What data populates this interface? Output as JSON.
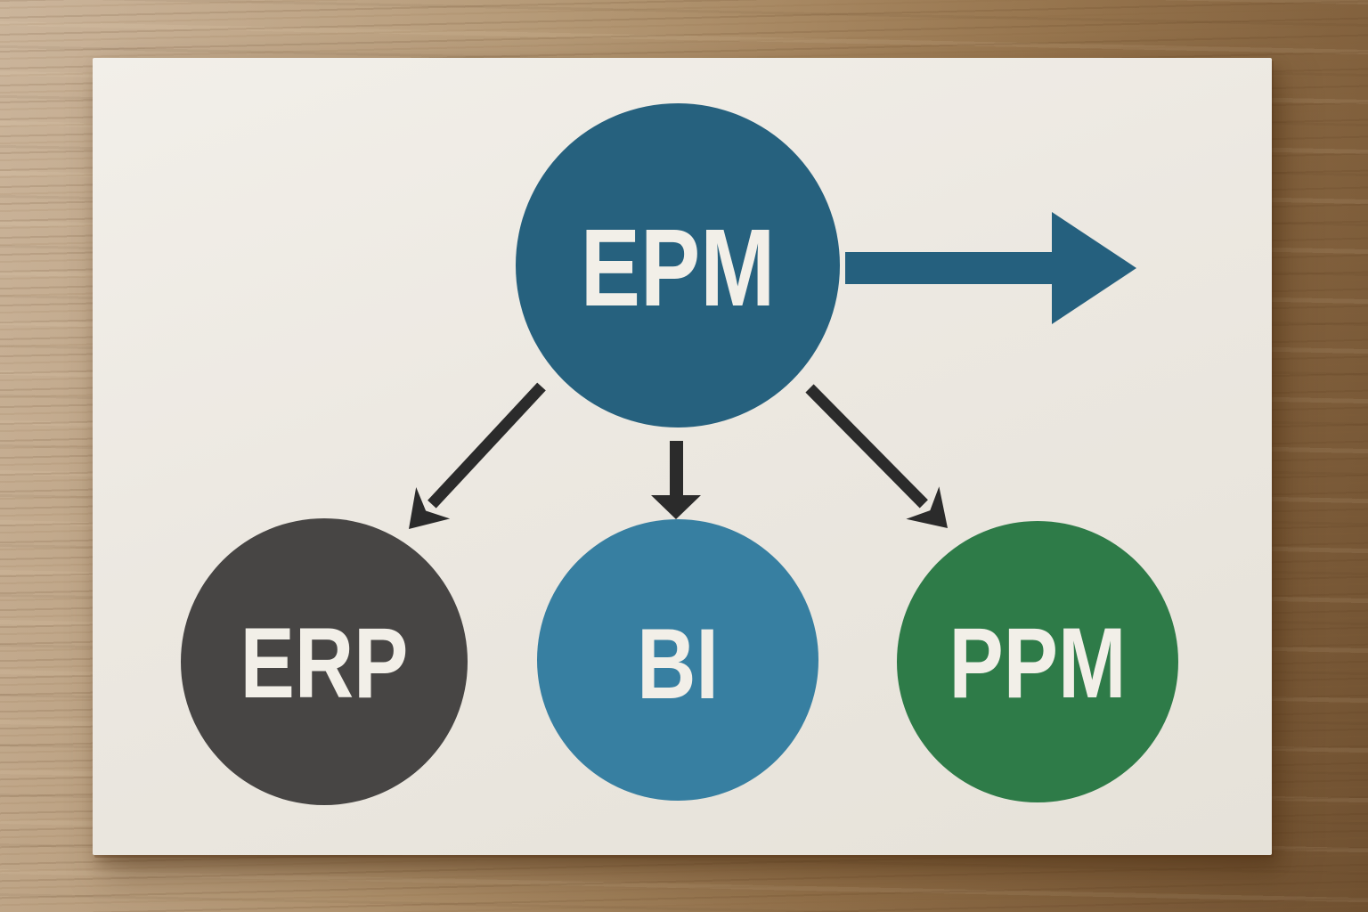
{
  "diagram": {
    "kind": "printed flowchart on paper card on wooden desk",
    "paper_color": "#ECE8E1",
    "wood_color": "#A1805A"
  },
  "nodes": {
    "epm": {
      "label": "EPM",
      "color": "#26617E",
      "text_color": "#F2EFE8"
    },
    "erp": {
      "label": "ERP",
      "color": "#474544",
      "text_color": "#F2EFE8"
    },
    "bi": {
      "label": "BI",
      "color": "#377FA1",
      "text_color": "#F2EFE8"
    },
    "ppm": {
      "label": "PPM",
      "color": "#2E7B48",
      "text_color": "#F2EFE8"
    }
  },
  "arrows": {
    "right_arrow_color": "#25607E",
    "down_arrow_color": "#2B2B2B"
  }
}
